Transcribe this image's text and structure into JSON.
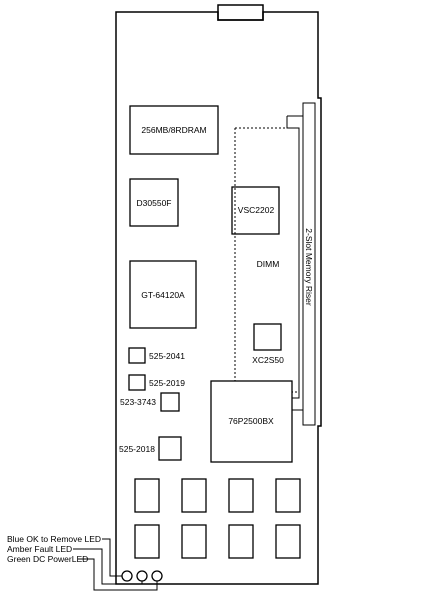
{
  "components": {
    "sdram": "256MB/8RDRAM",
    "d30550f": "D30550F",
    "vsc2202": "VSC2202",
    "dimm": "DIMM",
    "gt64120a": "GT-64120A",
    "xc2s50": "XC2S50",
    "p76p2500bx": "76P2500BX",
    "chip_525_2041": "525-2041",
    "chip_525_2019": "525-2019",
    "chip_523_3743": "523-3743",
    "chip_525_2018": "525-2018"
  },
  "riser_label": "2-Slot Memory Riser",
  "leds": {
    "blue": "Blue OK to Remove LED",
    "amber": "Amber Fault LED",
    "green": "Green DC PowerLED"
  }
}
